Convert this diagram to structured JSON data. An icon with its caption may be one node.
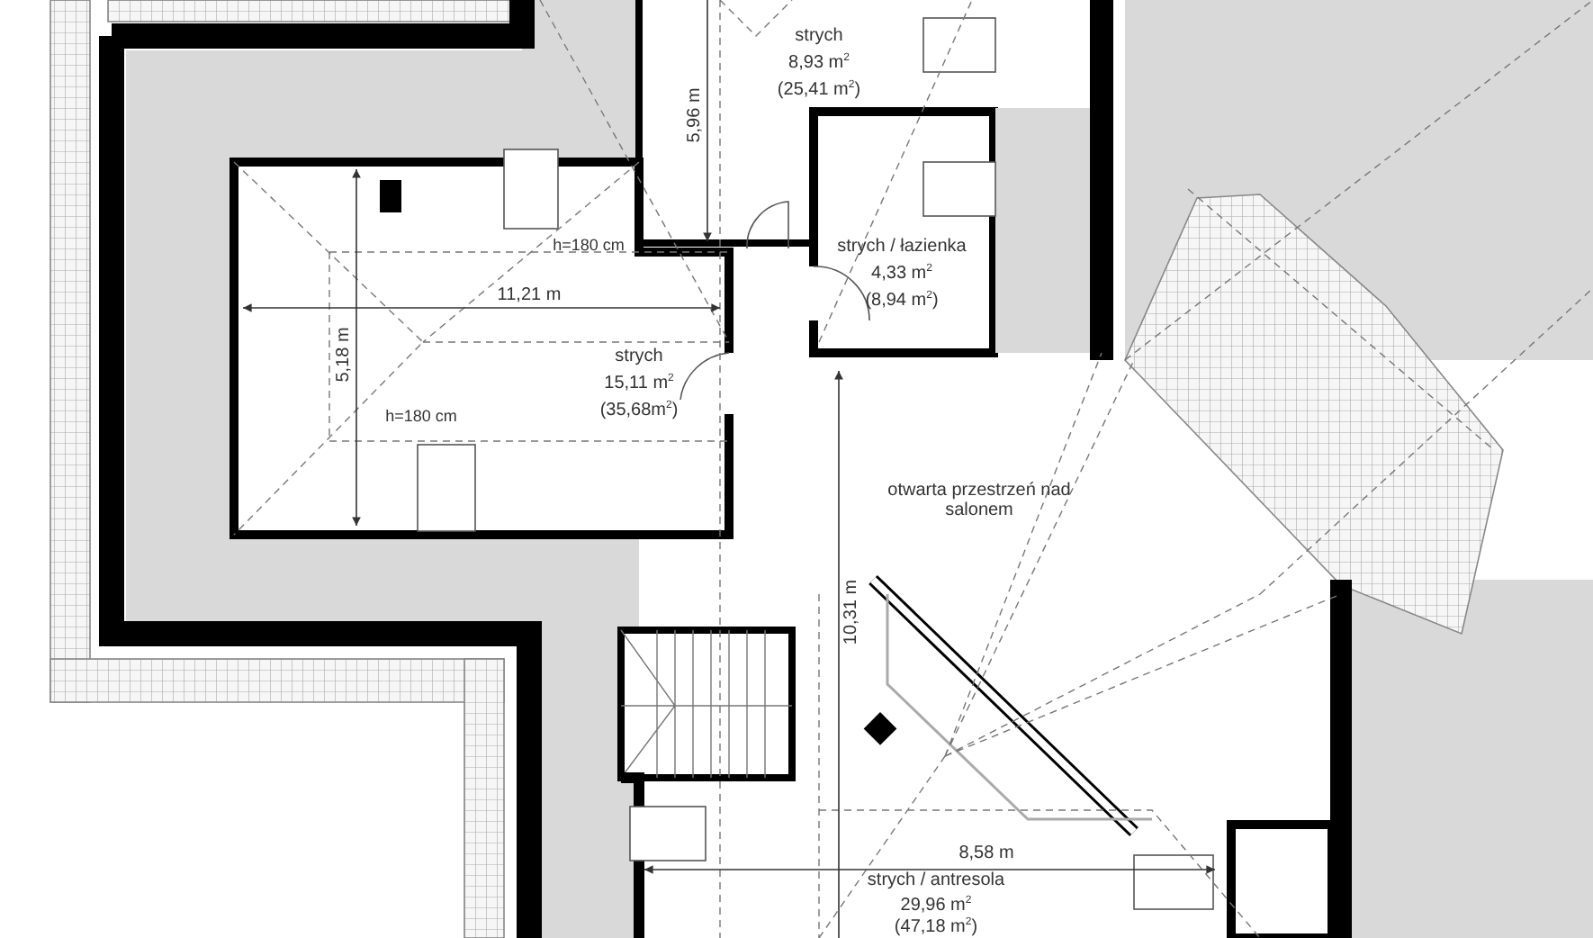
{
  "diagram": {
    "labels": [
      "strych",
      "8,93 m$^{2}$",
      "(25,41 m$^{2}$)",
      "5,96 m",
      "h=180 cm",
      "strych / łazienka",
      "4,33 m$^{2}$",
      "(8,94 m$^{2}$)",
      "11,21 m",
      "5,18 m",
      "strych",
      "15,11 m$^{2}$",
      "(35,68m$^{2}$)",
      "h=180 cm",
      "otwarta przestrzeń nad salonem",
      "10,31 m",
      "8,58 m",
      "strych / antresola",
      "29,96 m$^{2}$",
      "(47,18 m$^{2}$)"
    ]
  }
}
